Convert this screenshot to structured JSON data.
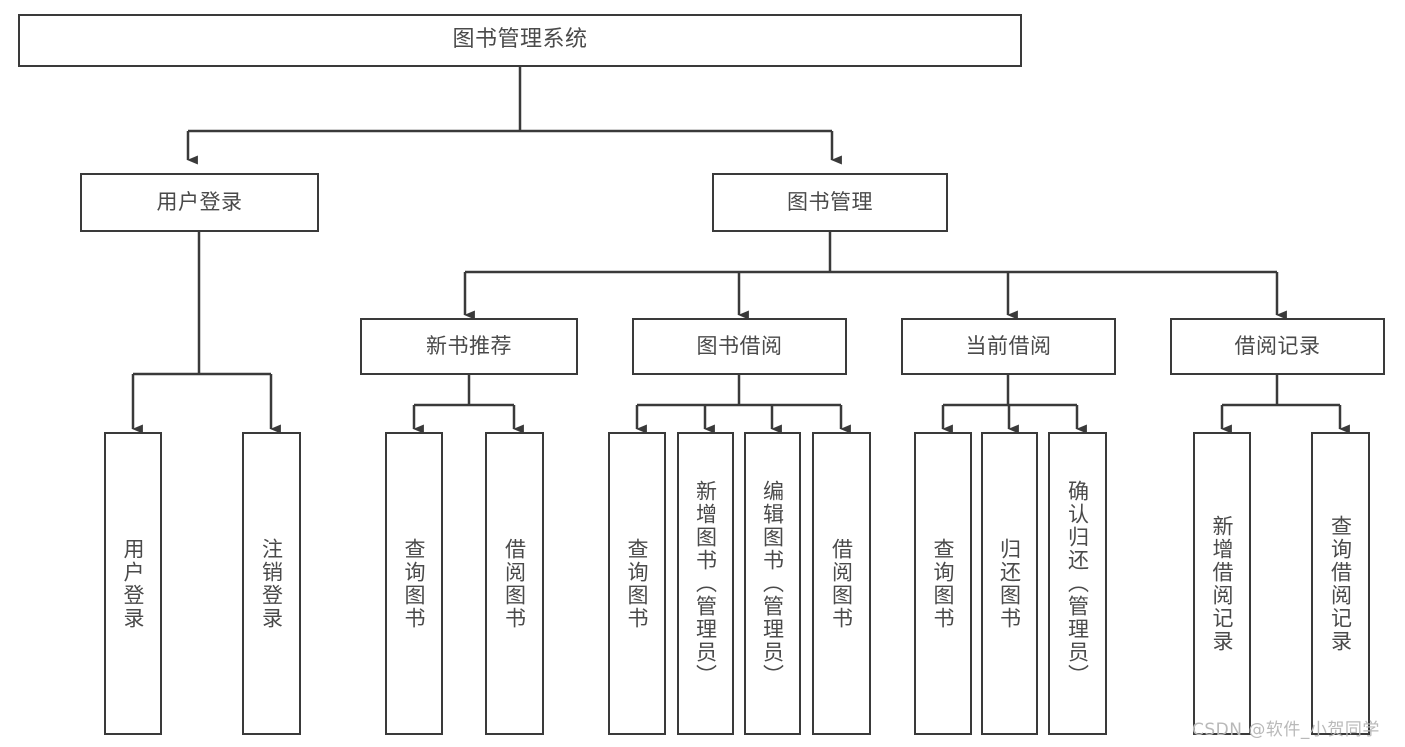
{
  "diagram": {
    "title": "图书管理系统",
    "type": "tree-hierarchy-chart",
    "watermark": "CSDN @软件_小贺同学",
    "colors": {
      "node_stroke": "#3a3a3a",
      "node_fill": "#ffffff",
      "edge_stroke": "#3a3a3a",
      "text": "#4a4a4a",
      "watermark": "#b9b9b9",
      "background": "#ffffff"
    },
    "nodes": {
      "root": {
        "label": "图书管理系统"
      },
      "level2": [
        {
          "id": "user-login",
          "label": "用户登录"
        },
        {
          "id": "book-manage",
          "label": "图书管理"
        }
      ],
      "level3": [
        {
          "id": "new-book-recommend",
          "label": "新书推荐"
        },
        {
          "id": "book-borrow",
          "label": "图书借阅"
        },
        {
          "id": "current-borrow",
          "label": "当前借阅"
        },
        {
          "id": "borrow-record",
          "label": "借阅记录"
        }
      ],
      "leaves": [
        {
          "id": "leaf-user-login",
          "label": "用户登录",
          "parent": "user-login"
        },
        {
          "id": "leaf-logout-login",
          "label": "注销登录",
          "parent": "user-login"
        },
        {
          "id": "leaf-query-book-1",
          "label": "查询图书",
          "parent": "new-book-recommend"
        },
        {
          "id": "leaf-borrow-book-1",
          "label": "借阅图书",
          "parent": "new-book-recommend"
        },
        {
          "id": "leaf-query-book-2",
          "label": "查询图书",
          "parent": "book-borrow"
        },
        {
          "id": "leaf-add-book",
          "label": "新增图书（管理员）",
          "parent": "book-borrow"
        },
        {
          "id": "leaf-edit-book",
          "label": "编辑图书（管理员）",
          "parent": "book-borrow"
        },
        {
          "id": "leaf-borrow-book-2",
          "label": "借阅图书",
          "parent": "book-borrow"
        },
        {
          "id": "leaf-query-book-3",
          "label": "查询图书",
          "parent": "current-borrow"
        },
        {
          "id": "leaf-return-book",
          "label": "归还图书",
          "parent": "current-borrow"
        },
        {
          "id": "leaf-confirm-return",
          "label": "确认归还（管理员）",
          "parent": "current-borrow"
        },
        {
          "id": "leaf-add-record",
          "label": "新增借阅记录",
          "parent": "borrow-record"
        },
        {
          "id": "leaf-query-record",
          "label": "查询借阅记录",
          "parent": "borrow-record"
        }
      ]
    }
  }
}
